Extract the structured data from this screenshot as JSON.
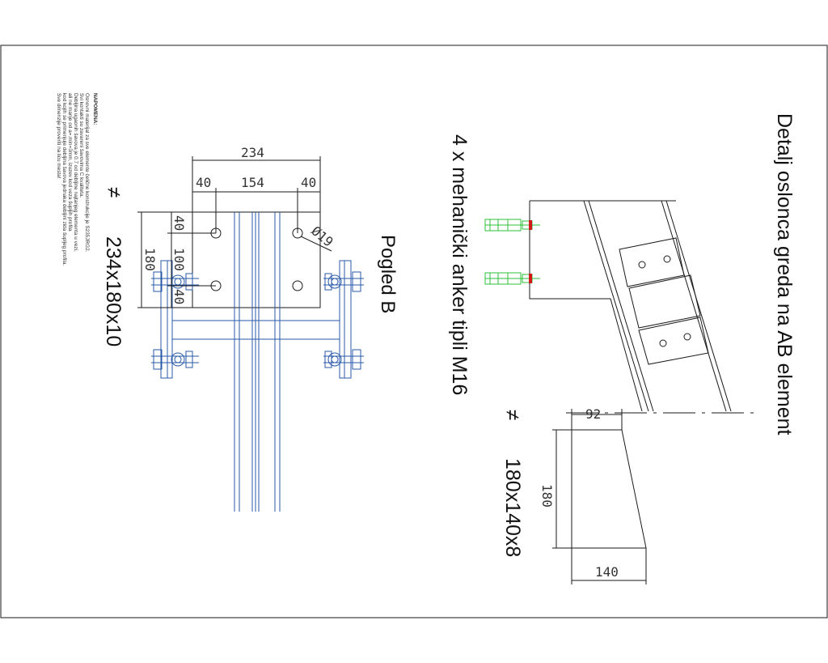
{
  "title": "Detalj oslonca greda na AB element",
  "anchor_label": "4 x mehanički anker tipli M16",
  "view_label": "Pogled B",
  "plate_symbol": "≠",
  "plate_main": "234x180x10",
  "plate_small": "180x140x8",
  "dims": {
    "total_width": "234",
    "edge_left": "40",
    "middle": "154",
    "edge_right": "40",
    "hole_dia": "Ø19",
    "height": "180",
    "v_top": "40",
    "v_mid": "100",
    "v_bot": "40",
    "small_top": "92",
    "small_height": "180",
    "small_bottom": "140"
  },
  "notes": {
    "heading": "NAPOMENA:",
    "lines": [
      "Osnovni materijal za sve elemente čelične konstrukcije je S235JRG2.",
      "Svi kontakti su zavareni šavovima C kvaliteta.",
      "Debljina ugaonih šavova je 0.7 od debljine najtanjeg elementa u vezi,",
      "ali ne manje od a=.min=3mm, izuzev kod veza šupljih profila",
      "kod kojih se primenjuje debljina šavova jednaka debljini zida šupljeg profila.",
      "Sve dimenzije proveriti na licu mesta!"
    ]
  },
  "colors": {
    "steel_line": "#2a5aa8",
    "anchor": "#2fbf3a",
    "anchor_mark": "#d01818"
  }
}
